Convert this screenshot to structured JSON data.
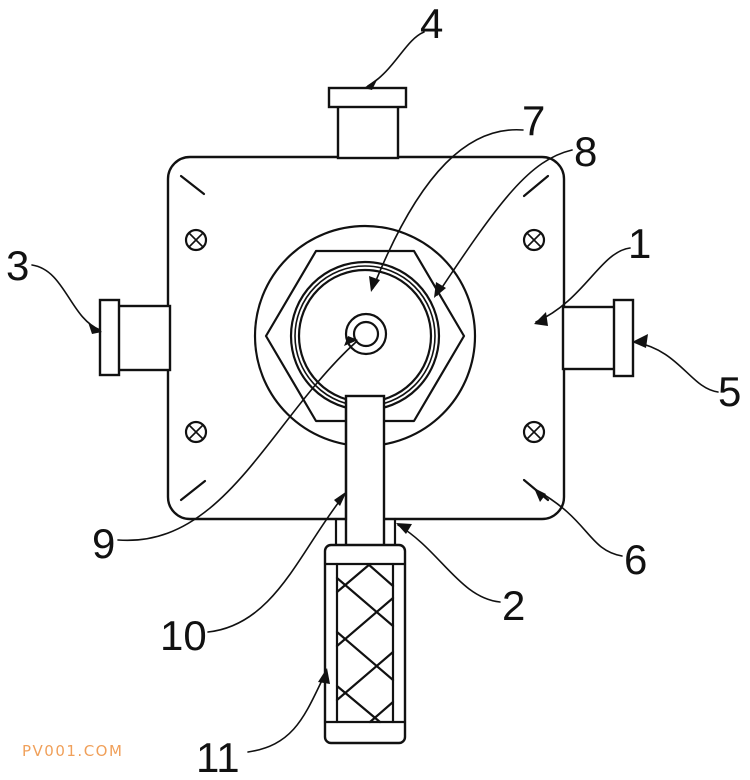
{
  "labels": {
    "l1": "1",
    "l2": "2",
    "l3": "3",
    "l4": "4",
    "l5": "5",
    "l6": "6",
    "l7": "7",
    "l8": "8",
    "l9": "9",
    "l10": "10",
    "l11": "11"
  },
  "watermark": "PV001.COM",
  "colors": {
    "line": "#111111",
    "background": "#ffffff",
    "watermark": "#f0a05a"
  }
}
